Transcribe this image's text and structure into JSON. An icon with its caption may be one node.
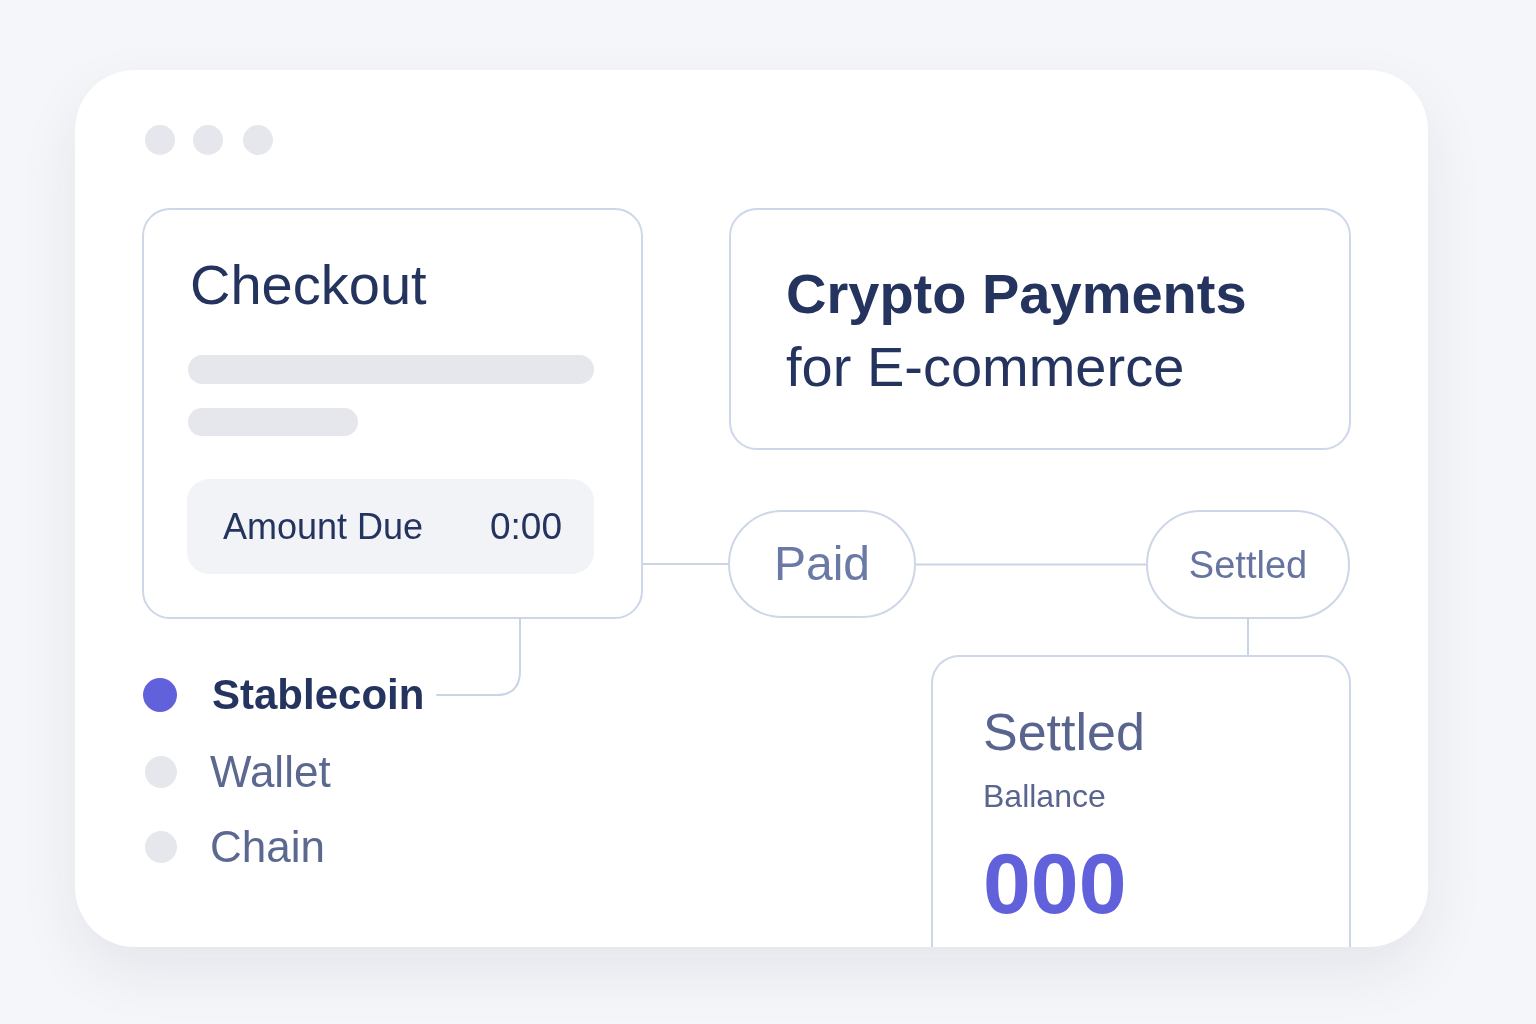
{
  "diagram": {
    "nodes": [
      {
        "text": [
          "Checkout"
        ]
      },
      {
        "text": [
          "Amount Due",
          "0:00"
        ],
        "in": 0
      },
      {
        "text": [
          "**Crypto Payments** for E-commerce"
        ]
      },
      {
        "text": [
          "Paid"
        ]
      },
      {
        "text": [
          "Settled"
        ]
      },
      {
        "text": [
          "Settled",
          "Ballance",
          "000"
        ]
      },
      {
        "text": [
          "Stablecoin"
        ]
      }
    ],
    "edges": [
      {
        "from": 0,
        "to": 3,
        "arrow": "none"
      },
      {
        "from": 3,
        "to": 4,
        "arrow": "none"
      },
      {
        "from": 4,
        "to": 5,
        "arrow": "none"
      },
      {
        "from": 0,
        "to": 6,
        "arrow": "none"
      }
    ],
    "labels": [
      "Wallet",
      "Chain"
    ]
  }
}
